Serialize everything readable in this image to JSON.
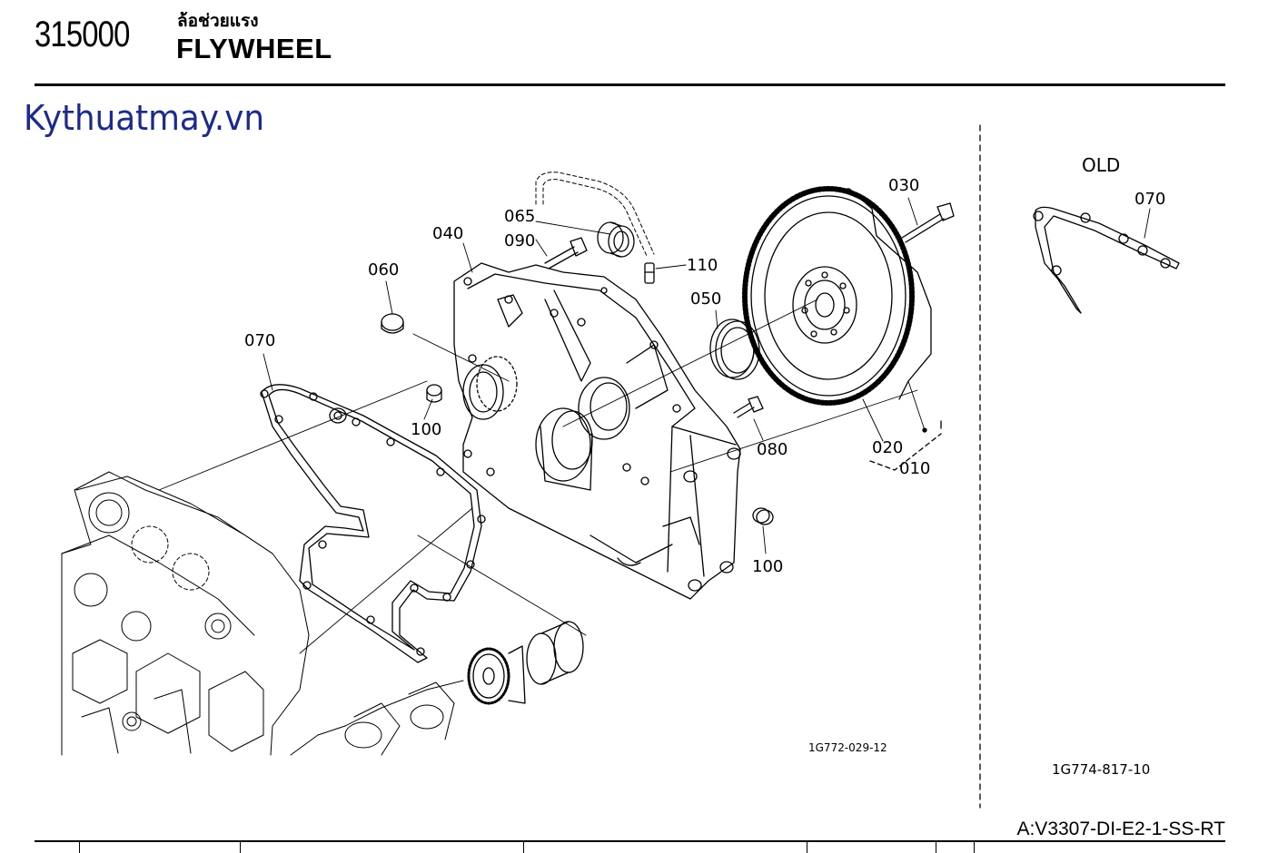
{
  "header": {
    "section_code": "315000",
    "title_thai": "ล้อช่วยแรง",
    "title_en": "FLYWHEEL"
  },
  "watermark": "Kythuatmay.vn",
  "diagram": {
    "part_labels": [
      "030",
      "065",
      "090",
      "040",
      "110",
      "060",
      "050",
      "070",
      "100",
      "080",
      "020",
      "010",
      "100"
    ],
    "main_drawing_code": "1G772-029-12",
    "old_inset": {
      "title": "OLD",
      "part_label": "070",
      "drawing_code": "1G774-817-10"
    }
  },
  "footer": {
    "model_code": "A:V3307-DI-E2-1-SS-RT"
  }
}
